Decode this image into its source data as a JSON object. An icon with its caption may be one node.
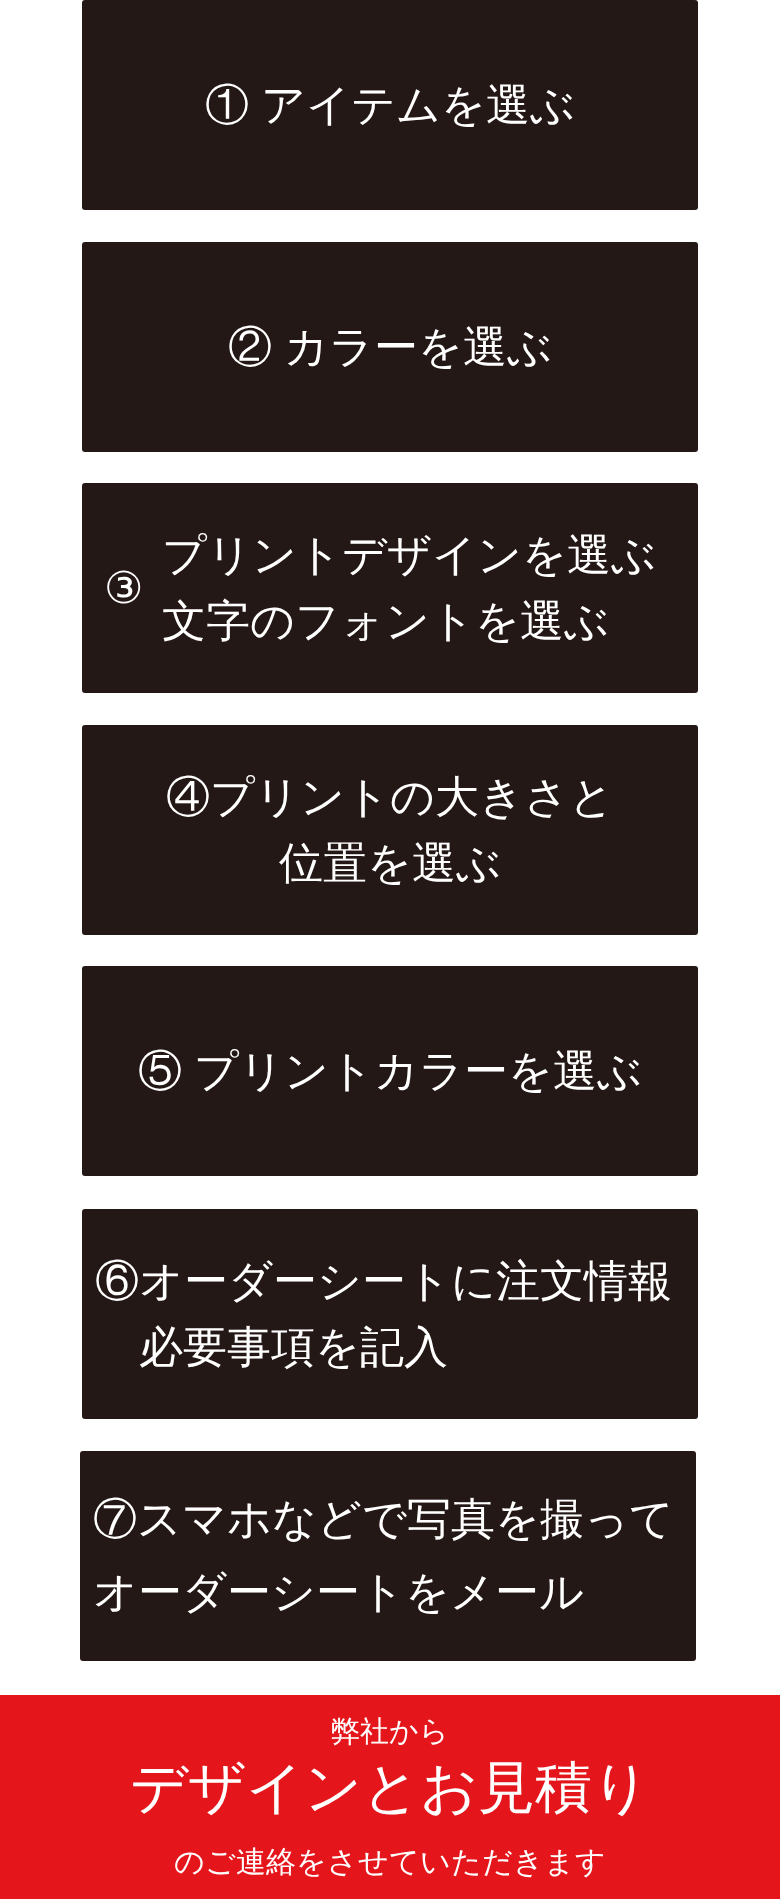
{
  "diagram": {
    "nodes": [
      {
        "text": [
          "① アイテムを選ぶ"
        ]
      },
      {
        "text": [
          "② カラーを選ぶ"
        ]
      },
      {
        "text": [
          "③",
          "プリントデザインを選ぶ文字のフォントを選ぶ"
        ]
      },
      {
        "text": [
          "④プリントの大きさと位置を選ぶ"
        ]
      },
      {
        "text": [
          "⑤ プリントカラーを選ぶ"
        ]
      },
      {
        "text": [
          "⑥オーダーシートに注文情報必要事項を記入"
        ]
      },
      {
        "text": [
          "⑦スマホなどで写真を撮ってオーダーシートをメール"
        ]
      },
      {
        "text": [
          "弊社から",
          "デザインとお見積り",
          "のご連絡をさせていただきます"
        ]
      }
    ]
  }
}
